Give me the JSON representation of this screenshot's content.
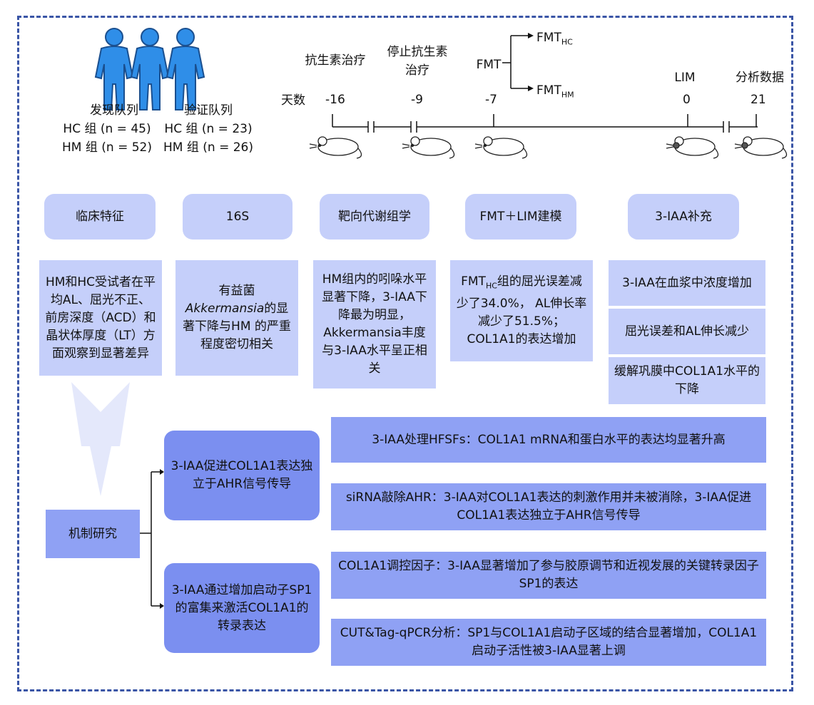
{
  "cohorts": {
    "discovery": {
      "title": "发现队列",
      "hc": "HC 组 (n = 45)",
      "hm": "HM 组 (n = 52)"
    },
    "validation": {
      "title": "验证队列",
      "hc": "HC 组 (n = 23)",
      "hm": "HM 组 (n = 26)"
    }
  },
  "timeline": {
    "label_days": "天数",
    "antibiotic": "抗生素治疗",
    "stop_antibiotic": "停止抗生素\n治疗",
    "fmt": "FMT",
    "fmt_hc_main": "FMT",
    "fmt_hc_sub": "HC",
    "fmt_hm_main": "FMT",
    "fmt_hm_sub": "HM",
    "lim": "LIM",
    "analysis": "分析数据",
    "days": [
      "-16",
      "-9",
      "-7",
      "0",
      "21"
    ]
  },
  "headers": [
    "临床特征",
    "16S",
    "靶向代谢组学",
    "FMT＋LIM建模",
    "3-IAA补充"
  ],
  "findings": {
    "clinical": "HM和HC受试者在平均AL、屈光不正、前房深度（ACD）和晶状体厚度（LT）方面观察到显著差异",
    "s16_pre": "有益菌",
    "s16_italic": "Akkermansia",
    "s16_post": "的显著下降与HM 的严重程度密切相关",
    "metabolomics": "HM组内的吲哚水平显著下降，3-IAA下降最为明显，Akkermansia丰度与3-IAA水平呈正相关",
    "fmt_pre": "FMT",
    "fmt_sub": "HC",
    "fmt_post": "组的屈光误差减少了34.0%， AL伸长率减少了51.5%；COL1A1的表达增加",
    "iaa_items": [
      "3-IAA在血浆中浓度增加",
      "屈光误差和AL伸长减少",
      "缓解巩膜中COL1A1水平的下降"
    ]
  },
  "mechanism": {
    "root": "机制研究",
    "branch1": "3-IAA促进COL1A1表达独立于AHR信号传导",
    "branch2": "3-IAA通过增加启动子SP1的富集来激活COL1A1的转录表达",
    "details": [
      "3-IAA处理HFSFs：COL1A1 mRNA和蛋白水平的表达均显著升高",
      "siRNA敲除AHR：3-IAA对COL1A1表达的刺激作用并未被消除，3-IAA促进COL1A1表达独立于AHR信号传导",
      "COL1A1调控因子：3-IAA显著增加了参与胶原调节和近视发展的关键转录因子SP1的表达",
      "CUT&Tag-qPCR分析：SP1与COL1A1启动子区域的结合显著增加，COL1A1启动子活性被3-IAA显著上调"
    ]
  },
  "colors": {
    "frame": "#3a55a6",
    "person": "#2f8ee8",
    "light_box": "#c5cffa",
    "mid_box": "#8fa1f4",
    "dark_box": "#7b8ff0",
    "arrow": "#e4e8fb"
  }
}
